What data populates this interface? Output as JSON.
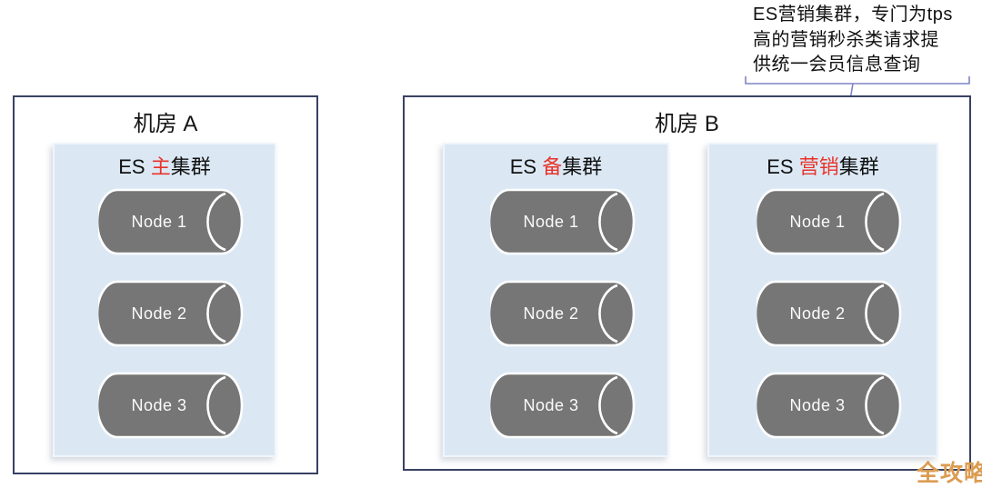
{
  "annotation": {
    "lines": [
      "ES营销集群，专门为tps",
      "高的营销秒杀类请求提",
      "供统一会员信息查询"
    ]
  },
  "datacenters": [
    {
      "title": "机房 A",
      "clusters": [
        {
          "title_prefix": "ES ",
          "title_highlight": "主",
          "title_suffix": "集群",
          "nodes": [
            "Node 1",
            "Node 2",
            "Node 3"
          ]
        }
      ]
    },
    {
      "title": "机房 B",
      "clusters": [
        {
          "title_prefix": "ES ",
          "title_highlight": "备",
          "title_suffix": "集群",
          "nodes": [
            "Node 1",
            "Node 2",
            "Node 3"
          ]
        },
        {
          "title_prefix": "ES ",
          "title_highlight": "营销",
          "title_suffix": "集群",
          "nodes": [
            "Node 1",
            "Node 2",
            "Node 3"
          ]
        }
      ]
    }
  ],
  "watermark": "全攻略",
  "colors": {
    "box_border": "#394163",
    "cluster_bg": "#dbe8f4",
    "cylinder_fill": "#767676",
    "highlight_red": "#e8332a",
    "connector": "#7e84c6",
    "watermark": "#db9c51"
  }
}
